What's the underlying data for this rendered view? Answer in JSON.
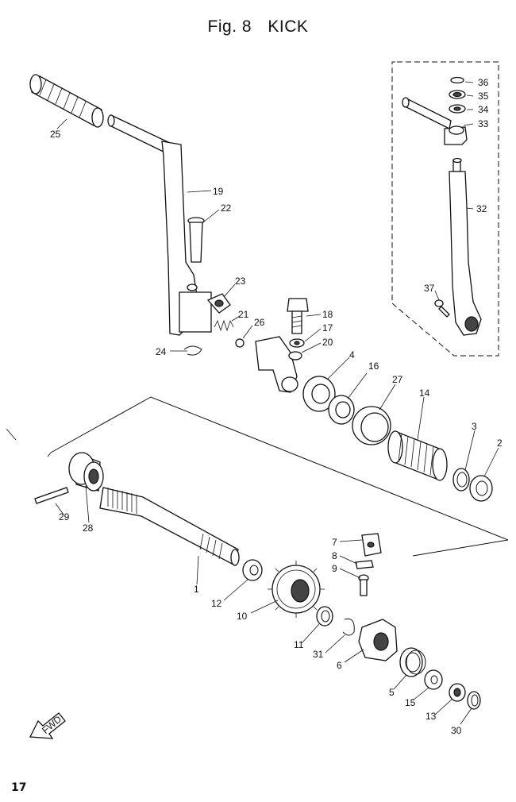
{
  "figure": {
    "fig_label": "Fig. 8",
    "name": "KICK"
  },
  "page_number": "17",
  "fwd_arrow_text": "FWD",
  "callouts": [
    {
      "id": "c36",
      "num": "36"
    },
    {
      "id": "c35",
      "num": "35"
    },
    {
      "id": "c34",
      "num": "34"
    },
    {
      "id": "c33",
      "num": "33"
    },
    {
      "id": "c32",
      "num": "32"
    },
    {
      "id": "c37",
      "num": "37"
    },
    {
      "id": "c25",
      "num": "25"
    },
    {
      "id": "c19",
      "num": "19"
    },
    {
      "id": "c22",
      "num": "22"
    },
    {
      "id": "c23",
      "num": "23"
    },
    {
      "id": "c21",
      "num": "21"
    },
    {
      "id": "c26",
      "num": "26"
    },
    {
      "id": "c24",
      "num": "24"
    },
    {
      "id": "c18",
      "num": "18"
    },
    {
      "id": "c17",
      "num": "17"
    },
    {
      "id": "c20",
      "num": "20"
    },
    {
      "id": "c4",
      "num": "4"
    },
    {
      "id": "c16",
      "num": "16"
    },
    {
      "id": "c27",
      "num": "27"
    },
    {
      "id": "c14",
      "num": "14"
    },
    {
      "id": "c3",
      "num": "3"
    },
    {
      "id": "c2",
      "num": "2"
    },
    {
      "id": "c29",
      "num": "29"
    },
    {
      "id": "c28",
      "num": "28"
    },
    {
      "id": "c1",
      "num": "1"
    },
    {
      "id": "c12",
      "num": "12"
    },
    {
      "id": "c10",
      "num": "10"
    },
    {
      "id": "c7",
      "num": "7"
    },
    {
      "id": "c8",
      "num": "8"
    },
    {
      "id": "c9",
      "num": "9"
    },
    {
      "id": "c11",
      "num": "11"
    },
    {
      "id": "c31",
      "num": "31"
    },
    {
      "id": "c6",
      "num": "6"
    },
    {
      "id": "c5",
      "num": "5"
    },
    {
      "id": "c15",
      "num": "15"
    },
    {
      "id": "c13",
      "num": "13"
    },
    {
      "id": "c30",
      "num": "30"
    }
  ]
}
